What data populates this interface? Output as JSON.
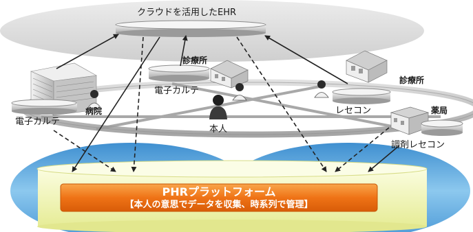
{
  "cloud": {
    "label": "クラウドを活用したEHR"
  },
  "nodes": {
    "hospital": {
      "label": "病院",
      "record_label": "電子カルテ"
    },
    "clinic_1": {
      "label": "診療所",
      "record_label": "電子カルテ"
    },
    "clinic_2": {
      "label": "診療所",
      "record_label": "レセコン"
    },
    "pharmacy": {
      "label": "薬局",
      "record_label": "調剤レセコン"
    },
    "person": {
      "label": "本人"
    }
  },
  "phr": {
    "title": "PHRプラットフォーム",
    "subtitle": "【本人の意思でデータを収集、時系列で管理】"
  },
  "colors": {
    "cloud": "#d9d9d9",
    "phr_platform": "#f4f7c0",
    "phr_banner": "#f07a1a",
    "blue_fields": "#5fa9dc",
    "ring": "#c8c8c8"
  }
}
